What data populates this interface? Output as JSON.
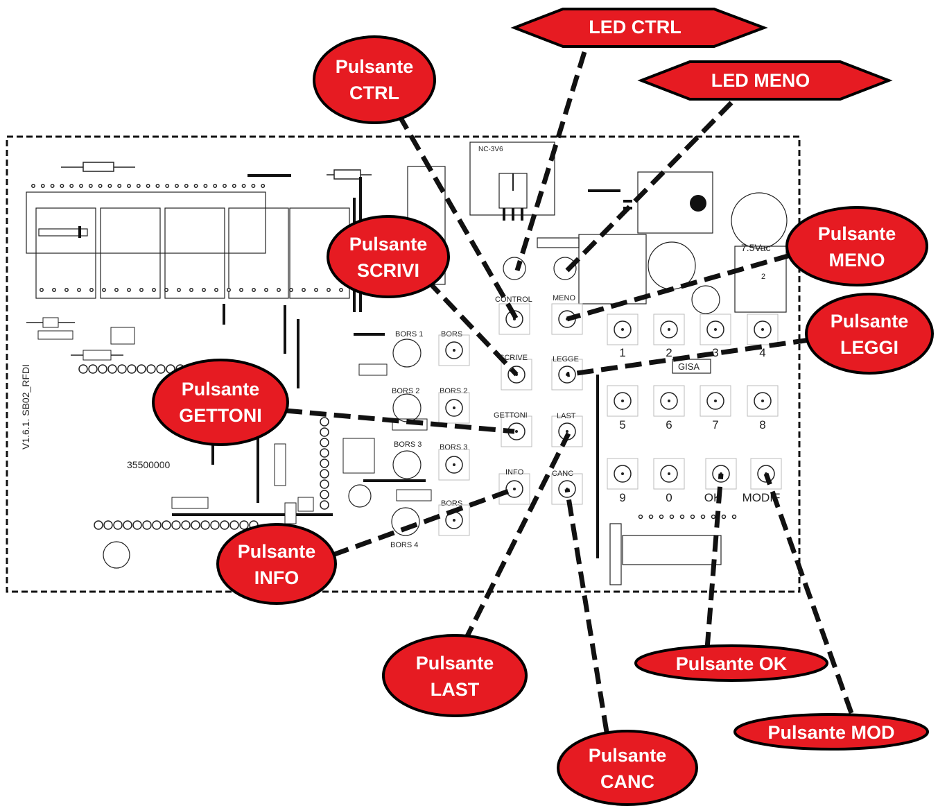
{
  "pcb": {
    "vertical_label": "V1.6.1. SB02_RFDI",
    "code_label": "35500000",
    "brand_chip": "GISA",
    "power_label": "7.5Vac",
    "terminal_number": "2",
    "regulator_label": "NC-3V6",
    "button_labels": {
      "control": "CONTROL",
      "meno": "MENO",
      "scrive": "SCRIVE",
      "legge": "LEGGE",
      "gettoni": "GETTONI",
      "last": "LAST",
      "info": "INFO",
      "canc": "CANC",
      "bors1": "BORS 1",
      "bors2": "BORS 2",
      "bors3": "BORS 3",
      "bors4": "BORS 4",
      "bors_small1": "BORS",
      "bors_small2": "BORS 2",
      "bors_small3": "BORS 3",
      "bors_small4": "BORS"
    },
    "keypad": [
      "1",
      "2",
      "3",
      "4",
      "5",
      "6",
      "7",
      "8",
      "9",
      "0",
      "OK",
      "MODIF"
    ]
  },
  "callouts": {
    "led_ctrl": "LED CTRL",
    "led_meno": "LED MENO",
    "pulsante_ctrl": [
      "Pulsante",
      "CTRL"
    ],
    "pulsante_scrivi": [
      "Pulsante",
      "SCRIVI"
    ],
    "pulsante_meno": [
      "Pulsante",
      "MENO"
    ],
    "pulsante_leggi": [
      "Pulsante",
      "LEGGI"
    ],
    "pulsante_gettoni": [
      "Pulsante",
      "GETTONI"
    ],
    "pulsante_info": [
      "Pulsante",
      "INFO"
    ],
    "pulsante_last": [
      "Pulsante",
      "LAST"
    ],
    "pulsante_canc": [
      "Pulsante",
      "CANC"
    ],
    "pulsante_ok": "Pulsante OK",
    "pulsante_mod": "Pulsante MOD"
  },
  "colors": {
    "callout_fill": "#e61b22",
    "callout_text": "#ffffff",
    "leader": "#111111"
  }
}
